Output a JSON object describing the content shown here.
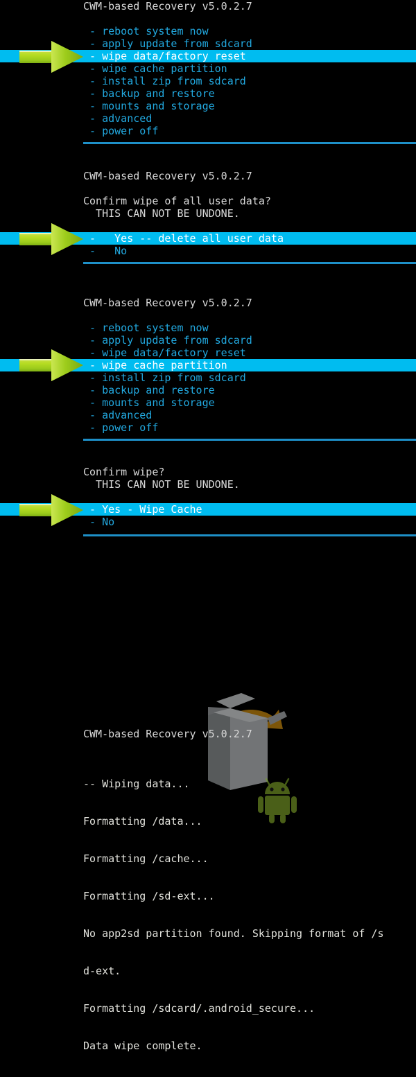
{
  "app": {
    "title": "CWM-based Recovery v5.0.2.7",
    "accent_highlight": "#00bcf0",
    "accent_text": "#22a9e0",
    "text_color": "#d8d8d8",
    "background": "#000000",
    "arrow_color": "#9ccc1c"
  },
  "panels": {
    "main_menu_1": {
      "title": "CWM-based Recovery v5.0.2.7",
      "items": [
        {
          "label": " - reboot system now",
          "selected": false
        },
        {
          "label": " - apply update from sdcard",
          "selected": false
        },
        {
          "label": " - wipe data/factory reset",
          "selected": true
        },
        {
          "label": " - wipe cache partition",
          "selected": false
        },
        {
          "label": " - install zip from sdcard",
          "selected": false
        },
        {
          "label": " - backup and restore",
          "selected": false
        },
        {
          "label": " - mounts and storage",
          "selected": false
        },
        {
          "label": " - advanced",
          "selected": false
        },
        {
          "label": " - power off",
          "selected": false
        }
      ]
    },
    "confirm_data_wipe": {
      "title": "CWM-based Recovery v5.0.2.7",
      "prompt": "Confirm wipe of all user data?",
      "warning": "  THIS CAN NOT BE UNDONE.",
      "items": [
        {
          "label": " -   Yes -- delete all user data",
          "selected": true
        },
        {
          "label": " -   No",
          "selected": false
        }
      ]
    },
    "main_menu_2": {
      "title": "CWM-based Recovery v5.0.2.7",
      "items": [
        {
          "label": " - reboot system now",
          "selected": false
        },
        {
          "label": " - apply update from sdcard",
          "selected": false
        },
        {
          "label": " - wipe data/factory reset",
          "selected": false
        },
        {
          "label": " - wipe cache partition",
          "selected": true
        },
        {
          "label": " - install zip from sdcard",
          "selected": false
        },
        {
          "label": " - backup and restore",
          "selected": false
        },
        {
          "label": " - mounts and storage",
          "selected": false
        },
        {
          "label": " - advanced",
          "selected": false
        },
        {
          "label": " - power off",
          "selected": false
        }
      ]
    },
    "confirm_cache_wipe": {
      "prompt": "Confirm wipe?",
      "warning": "  THIS CAN NOT BE UNDONE.",
      "items": [
        {
          "label": " - Yes - Wipe Cache",
          "selected": true
        },
        {
          "label": " - No",
          "selected": false
        }
      ]
    },
    "wipe_log": {
      "title": "CWM-based Recovery v5.0.2.7",
      "lines": [
        "-- Wiping data...",
        "Formatting /data...",
        "Formatting /cache...",
        "Formatting /sd-ext...",
        "No app2sd partition found. Skipping format of /s",
        "d-ext.",
        "Formatting /sdcard/.android_secure...",
        "Data wipe complete."
      ]
    }
  },
  "artwork": {
    "box_icon": "open-package-box-icon",
    "droid_icon": "android-robot-icon",
    "pointer_icon": "green-pointer-arrow-icon"
  }
}
